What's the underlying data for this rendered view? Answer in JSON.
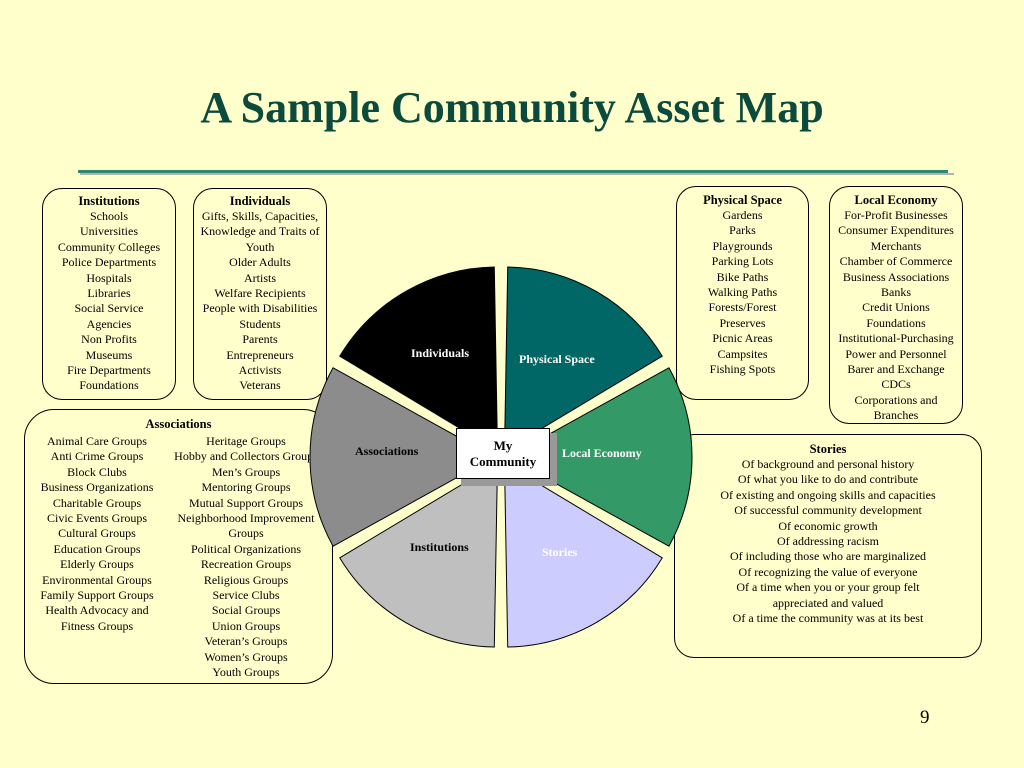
{
  "title": "A Sample Community Asset Map",
  "page_number": "9",
  "center": {
    "line1": "My",
    "line2": "Community"
  },
  "segments": {
    "individuals": "Individuals",
    "physical_space": "Physical Space",
    "associations": "Associations",
    "local_economy": "Local Economy",
    "institutions": "Institutions",
    "stories": "Stories"
  },
  "colors": {
    "individuals": "#000000",
    "physical_space": "#006666",
    "associations": "#8c8c8c",
    "local_economy": "#339966",
    "institutions": "#bfbfbf",
    "stories": "#ccccff"
  },
  "boxes": {
    "institutions": {
      "title": "Institutions",
      "items": [
        "Schools",
        "Universities",
        "Community Colleges",
        "Police Departments",
        "Hospitals",
        "Libraries",
        "Social Service",
        "Agencies",
        "Non Profits",
        "Museums",
        "Fire Departments",
        "Foundations"
      ]
    },
    "individuals": {
      "title": "Individuals",
      "items": [
        "Gifts, Skills, Capacities,",
        "Knowledge and Traits of",
        "Youth",
        "Older Adults",
        "Artists",
        "Welfare Recipients",
        "People with Disabilities",
        "Students",
        "Parents",
        "Entrepreneurs",
        "Activists",
        "Veterans"
      ]
    },
    "physical_space": {
      "title": "Physical Space",
      "items": [
        "Gardens",
        "Parks",
        "Playgrounds",
        "Parking Lots",
        "Bike Paths",
        "Walking Paths",
        "Forests/Forest",
        "Preserves",
        "Picnic Areas",
        "Campsites",
        "Fishing Spots"
      ]
    },
    "local_economy": {
      "title": "Local Economy",
      "items": [
        "For-Profit Businesses",
        "Consumer Expenditures",
        "Merchants",
        "Chamber of Commerce",
        "Business Associations",
        "Banks",
        "Credit Unions",
        "Foundations",
        "Institutional-Purchasing",
        "Power and Personnel",
        "Barer and Exchange",
        "CDCs",
        "Corporations and",
        "Branches"
      ]
    },
    "stories": {
      "title": "Stories",
      "items": [
        "Of background and personal history",
        "Of what you like to do and contribute",
        "Of existing and ongoing skills and capacities",
        "Of successful community development",
        "Of economic growth",
        "Of addressing racism",
        "Of including those who are marginalized",
        "Of recognizing the value of everyone",
        "Of a time when you or your group felt appreciated and valued",
        "Of a time the community was at its best"
      ]
    },
    "associations": {
      "title": "Associations",
      "col1": [
        "Animal Care Groups",
        "Anti Crime Groups",
        "Block Clubs",
        "Business Organizations",
        "Charitable Groups",
        "Civic Events Groups",
        "Cultural Groups",
        "Education Groups",
        "Elderly Groups",
        "Environmental Groups",
        "Family Support Groups",
        "Health Advocacy and",
        "Fitness Groups"
      ],
      "col2": [
        "Heritage Groups",
        "Hobby and Collectors Groups",
        "Men’s Groups",
        "Mentoring Groups",
        "Mutual Support Groups",
        "Neighborhood Improvement",
        "Groups",
        "Political Organizations",
        "Recreation Groups",
        "Religious Groups",
        "Service Clubs",
        "Social Groups",
        "Union Groups",
        "Veteran’s Groups",
        "Women’s Groups",
        "Youth Groups"
      ]
    }
  }
}
